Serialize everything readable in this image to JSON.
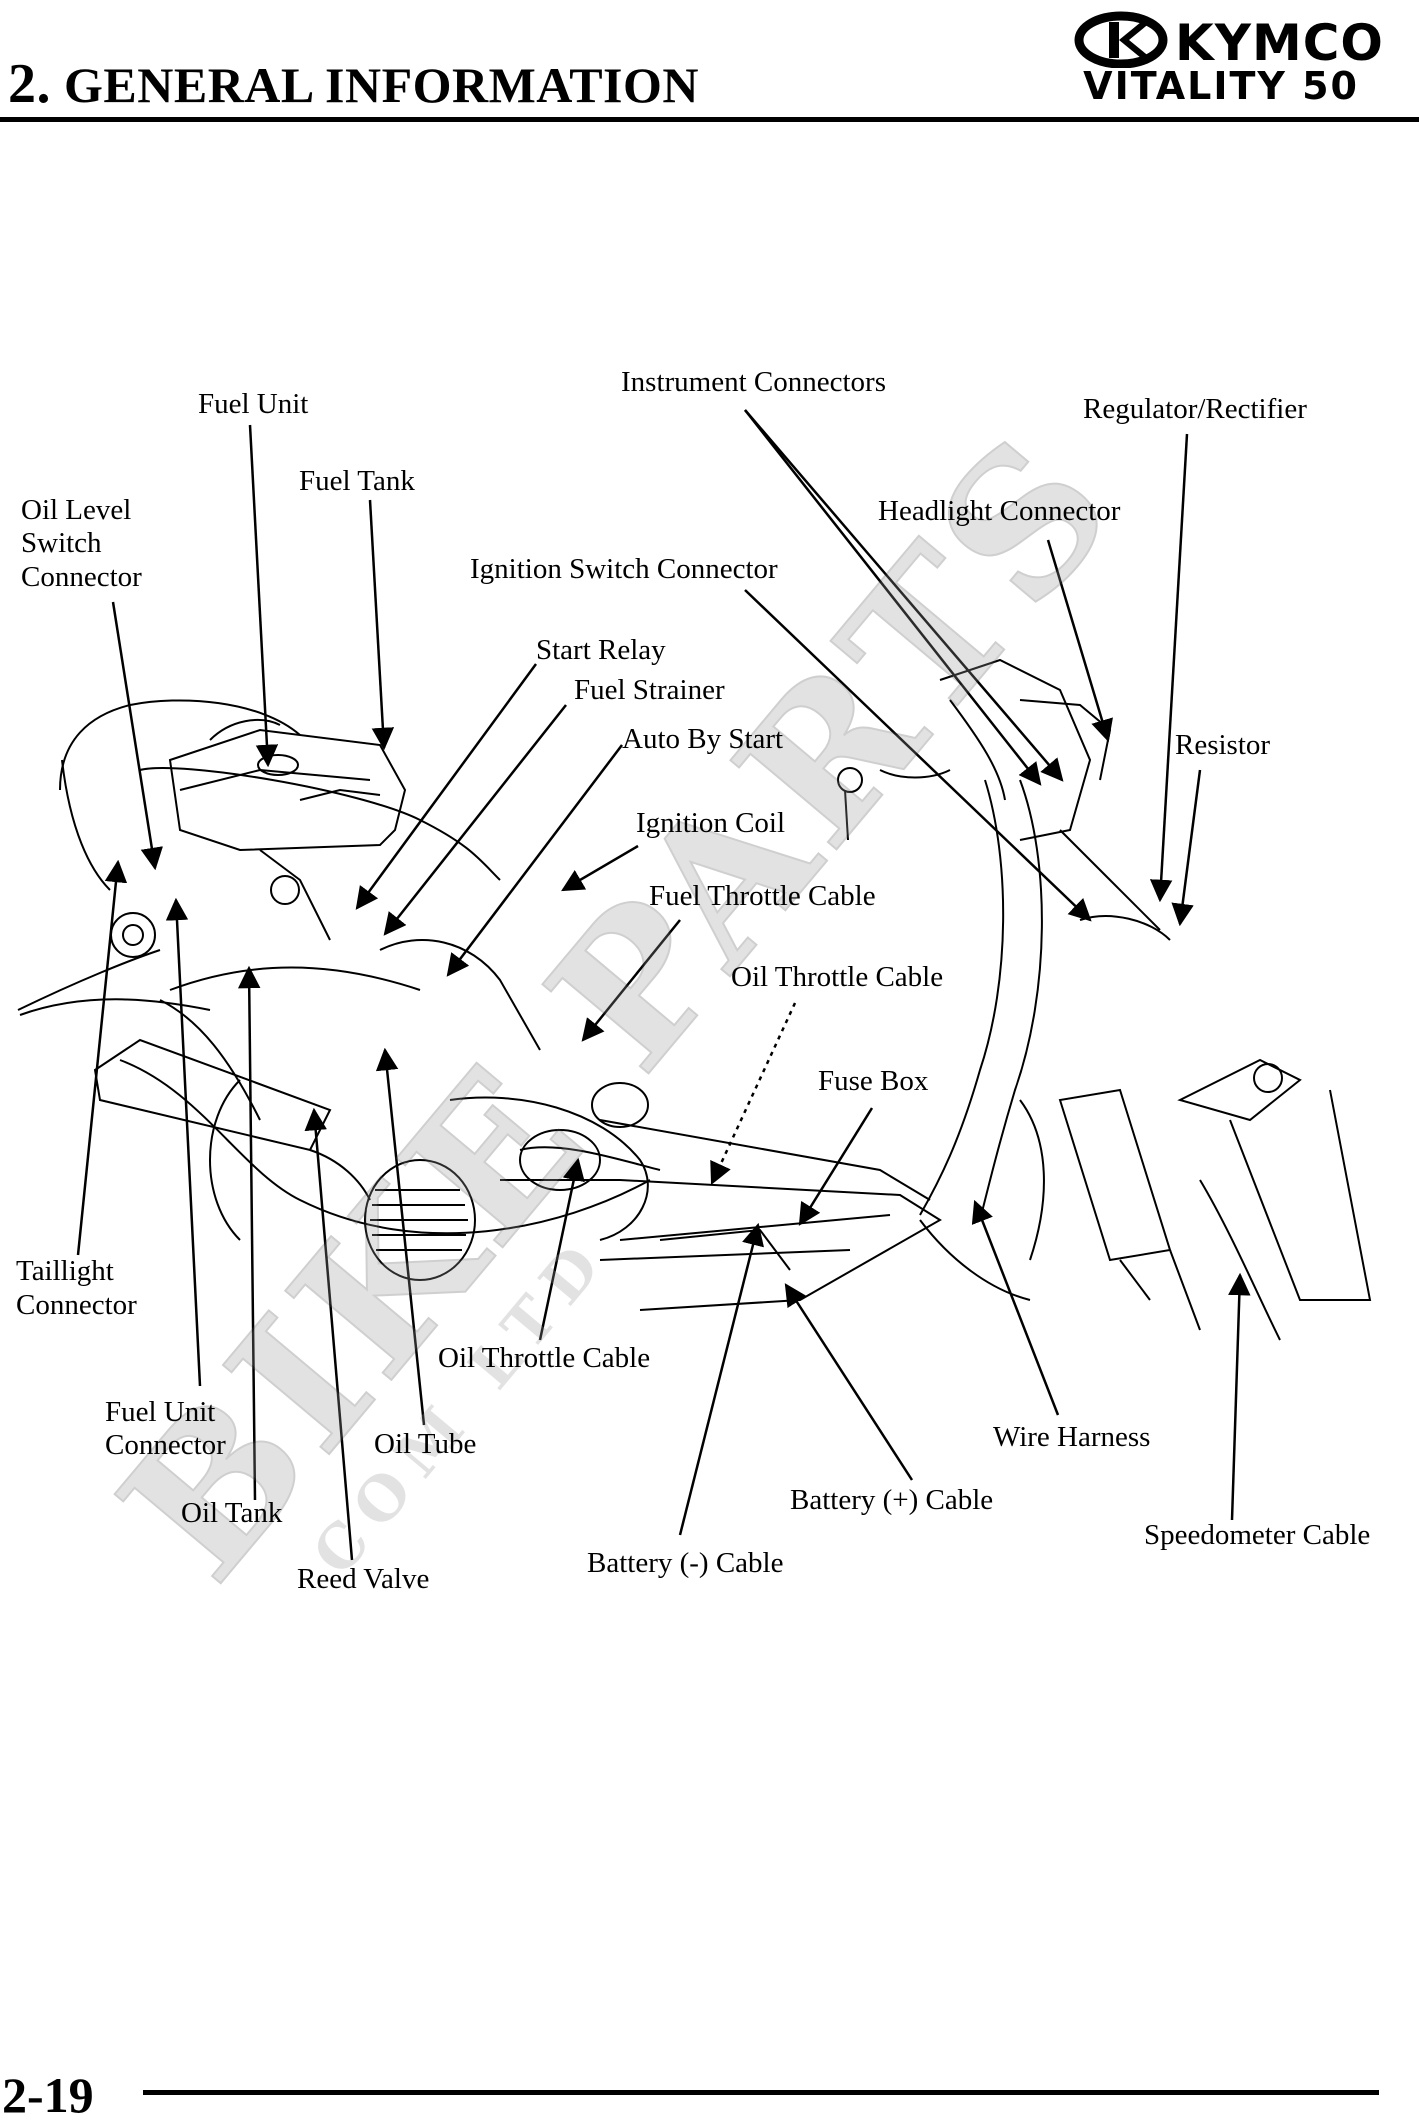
{
  "header": {
    "section_number": "2.",
    "section_title": "GENERAL INFORMATION",
    "brand_name": "KYMCO",
    "model_name": "VITALITY 50"
  },
  "watermark": {
    "text": "BIKE PARTS",
    "subtext": "COM LTD"
  },
  "labels": {
    "fuel_unit": "Fuel Unit",
    "instrument_connectors": "Instrument Connectors",
    "regulator_rectifier": "Regulator/Rectifier",
    "fuel_tank": "Fuel Tank",
    "oil_level_switch_connector_1": "Oil Level",
    "oil_level_switch_connector_2": "Switch",
    "oil_level_switch_connector_3": "Connector",
    "headlight_connector": "Headlight Connector",
    "ignition_switch_connector": "Ignition Switch Connector",
    "start_relay": "Start Relay",
    "fuel_strainer": "Fuel Strainer",
    "auto_by_start": "Auto By Start",
    "resistor": "Resistor",
    "ignition_coil": "Ignition Coil",
    "fuel_throttle_cable": "Fuel Throttle Cable",
    "oil_throttle_cable_upper": "Oil Throttle Cable",
    "fuse_box": "Fuse Box",
    "taillight_connector_1": "Taillight",
    "taillight_connector_2": "Connector",
    "oil_throttle_cable_lower": "Oil Throttle Cable",
    "fuel_unit_connector_1": "Fuel Unit",
    "fuel_unit_connector_2": "Connector",
    "oil_tube": "Oil Tube",
    "wire_harness": "Wire Harness",
    "oil_tank": "Oil Tank",
    "battery_positive_cable": "Battery (+) Cable",
    "speedometer_cable": "Speedometer Cable",
    "reed_valve": "Reed Valve",
    "battery_negative_cable": "Battery (-) Cable"
  },
  "footer": {
    "page_number": "2-19"
  }
}
